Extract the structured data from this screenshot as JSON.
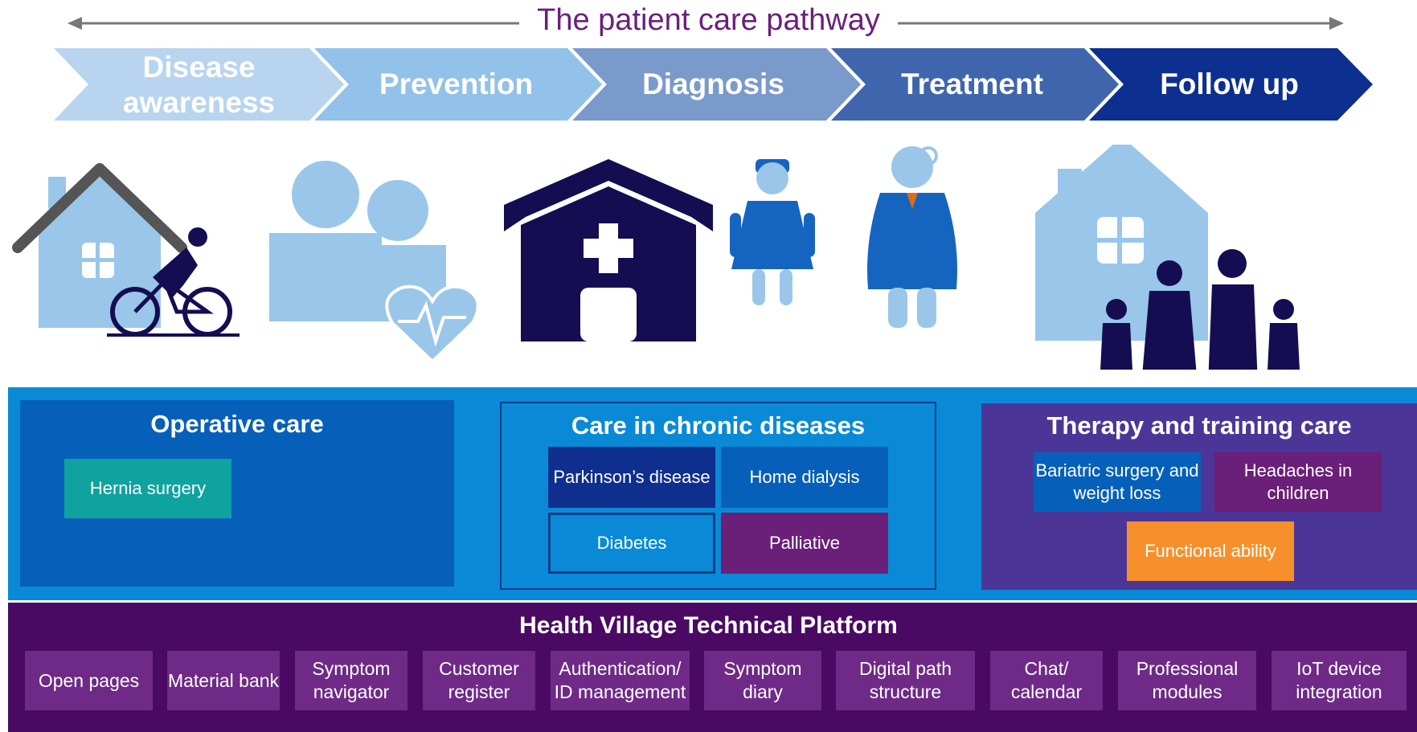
{
  "title": "The patient care pathway",
  "stages": [
    {
      "label": "Disease awareness",
      "color": "#b8d4ef"
    },
    {
      "label": "Prevention",
      "color": "#92c1e9"
    },
    {
      "label": "Diagnosis",
      "color": "#7a9acb"
    },
    {
      "label": "Treatment",
      "color": "#3f65ad"
    },
    {
      "label": "Follow up",
      "color": "#0d2f8f"
    }
  ],
  "panels": {
    "operative": {
      "title": "Operative care",
      "items": [
        "Hernia surgery"
      ]
    },
    "chronic": {
      "title": "Care in chronic diseases",
      "items": [
        "Parkinson’s disease",
        "Home dialysis",
        "Diabetes",
        "Palliative"
      ]
    },
    "therapy": {
      "title": "Therapy and training care",
      "items": [
        "Bariatric surgery and weight loss",
        "Headaches in children",
        "Functional ability"
      ]
    }
  },
  "platform": {
    "title": "Health Village Technical Platform",
    "modules": [
      "Open pages",
      "Material bank",
      "Symptom navigator",
      "Customer register",
      "Authentication/ ID management",
      "Symptom diary",
      "Digital path structure",
      "Chat/ calendar",
      "Professional modules",
      "IoT device integration"
    ]
  },
  "colors": {
    "title": "#6b1f7c",
    "light_blue": "#9ac6ea",
    "navy": "#150d52",
    "band": "#0a8ad6",
    "platform": "#4a0a63",
    "module": "#6e2a86",
    "teal": "#0fa3a0",
    "orange": "#f7902b",
    "purple": "#6a1f78"
  },
  "icons": [
    "house-bicycle-icon",
    "prevention-people-heart-icon",
    "hospital-icon",
    "nurse-icon",
    "doctor-icon",
    "family-home-icon"
  ]
}
